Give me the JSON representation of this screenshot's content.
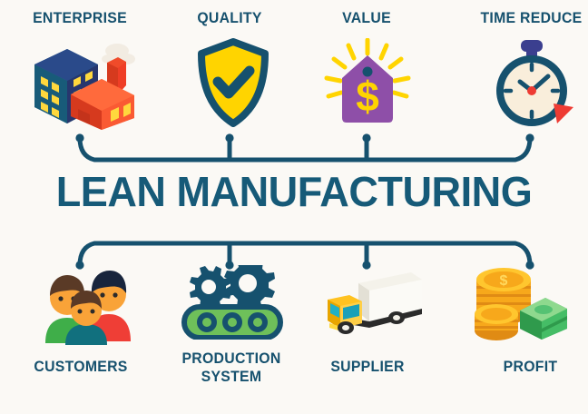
{
  "diagram": {
    "title": "LEAN MANUFACTURING",
    "background_color": "#fbf9f5",
    "accent_color": "#16516e",
    "type": "hub-and-spoke infographic"
  },
  "top_nodes": [
    {
      "label": "ENTERPRISE",
      "icon": "factory-building-icon",
      "colors": [
        "#1f4b8e",
        "#1d6a8c",
        "#f04b2a",
        "#ffd83d"
      ]
    },
    {
      "label": "QUALITY",
      "icon": "shield-check-icon",
      "colors": [
        "#ffd400",
        "#16516e"
      ]
    },
    {
      "label": "VALUE",
      "icon": "price-tag-dollar-icon",
      "colors": [
        "#8e4fa8",
        "#ffd400"
      ]
    },
    {
      "label": "TIME REDUCE",
      "icon": "stopwatch-icon",
      "colors": [
        "#16516e",
        "#f9eedb",
        "#ee3b33",
        "#3b3f8f"
      ]
    }
  ],
  "bottom_nodes": [
    {
      "label": "CUSTOMERS",
      "icon": "people-group-icon",
      "colors": [
        "#3fae49",
        "#ef3e36",
        "#11707e",
        "#f9a338"
      ]
    },
    {
      "label": "PRODUCTION SYSTEM",
      "icon": "conveyor-gears-icon",
      "colors": [
        "#16516e",
        "#6ec05a"
      ]
    },
    {
      "label": "SUPPLIER",
      "icon": "delivery-truck-icon",
      "colors": [
        "#ffc220",
        "#f1efe8",
        "#2b2b2b"
      ]
    },
    {
      "label": "PROFIT",
      "icon": "money-coins-cash-icon",
      "colors": [
        "#f7b523",
        "#f18a1e",
        "#3cae5a",
        "#8ed98e"
      ]
    }
  ],
  "connectors": {
    "style": "rounded elbow lines with dot terminals",
    "color": "#16516e",
    "top_bus_label": "top connector bus",
    "bottom_bus_label": "bottom connector bus"
  }
}
